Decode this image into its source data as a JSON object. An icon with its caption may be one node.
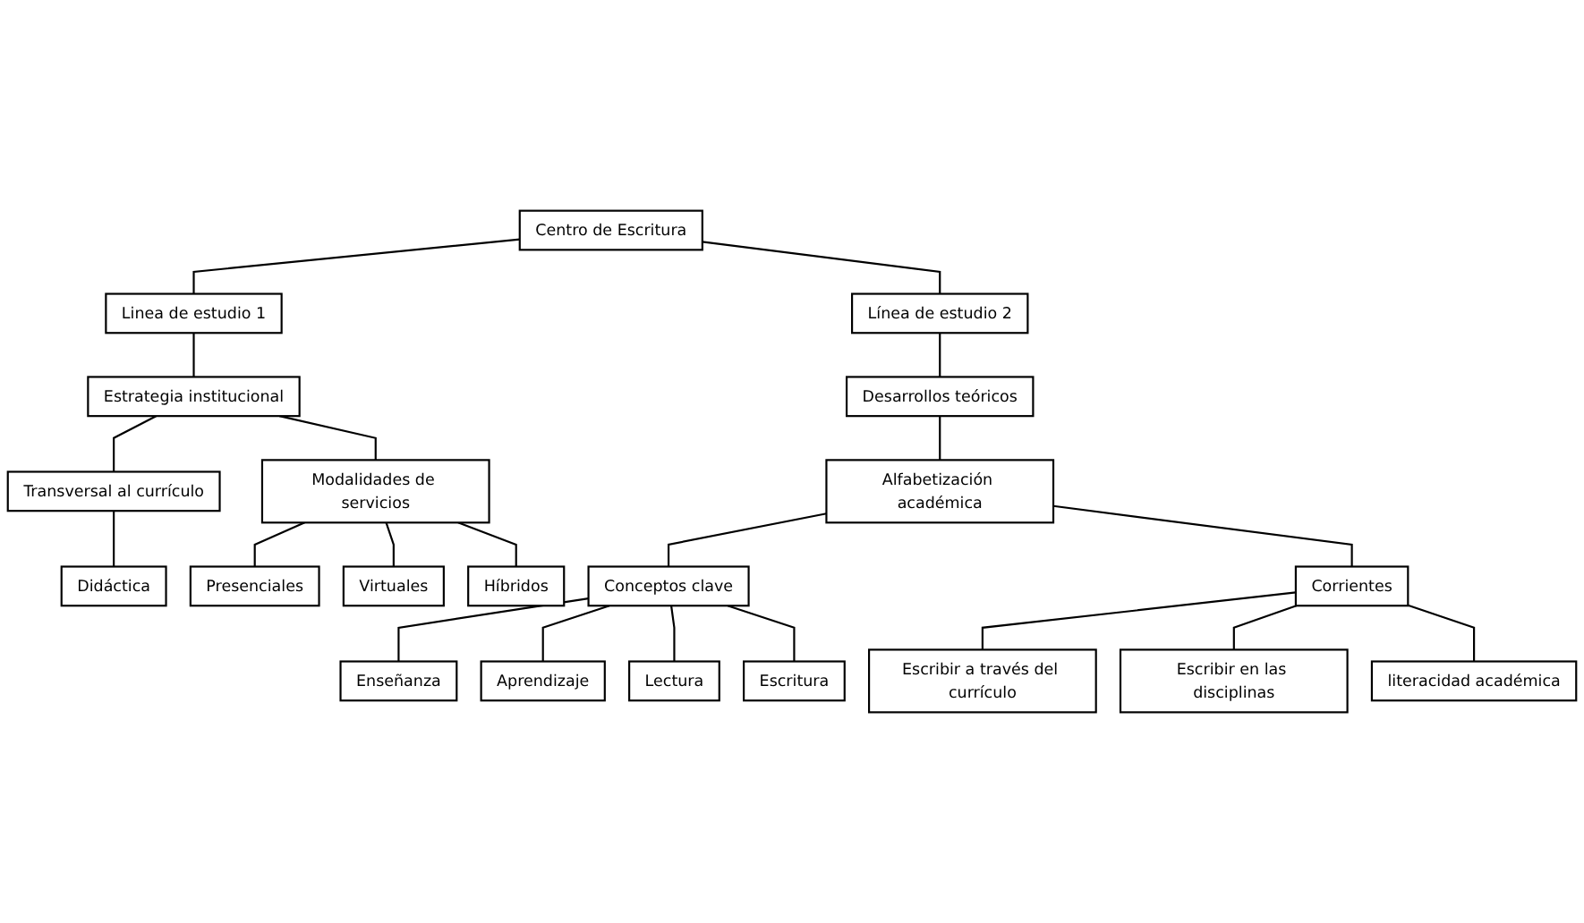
{
  "diagram": {
    "nodes": [
      {
        "text": [
          "Centro de Escritura"
        ]
      },
      {
        "text": [
          "Linea de estudio 1"
        ]
      },
      {
        "text": [
          "Línea de estudio 2"
        ]
      },
      {
        "text": [
          "Estrategia institucional"
        ]
      },
      {
        "text": [
          "Desarrollos teóricos"
        ]
      },
      {
        "text": [
          "Transversal al currículo"
        ]
      },
      {
        "text": [
          "Modalidades de servicios"
        ]
      },
      {
        "text": [
          "Alfabetización académica"
        ]
      },
      {
        "text": [
          "Didáctica"
        ]
      },
      {
        "text": [
          "Presenciales"
        ]
      },
      {
        "text": [
          "Virtuales"
        ]
      },
      {
        "text": [
          "Híbridos"
        ]
      },
      {
        "text": [
          "Conceptos clave"
        ]
      },
      {
        "text": [
          "Corrientes"
        ]
      },
      {
        "text": [
          "Enseñanza"
        ]
      },
      {
        "text": [
          "Aprendizaje"
        ]
      },
      {
        "text": [
          "Lectura"
        ]
      },
      {
        "text": [
          "Escritura"
        ]
      },
      {
        "text": [
          "Escribir a través del currículo"
        ]
      },
      {
        "text": [
          "Escribir en las disciplinas"
        ]
      },
      {
        "text": [
          "literacidad académica"
        ]
      }
    ],
    "edges": [
      {
        "from": 0,
        "to": 1,
        "arrow": "none"
      },
      {
        "from": 0,
        "to": 2,
        "arrow": "none"
      },
      {
        "from": 1,
        "to": 3,
        "arrow": "none"
      },
      {
        "from": 2,
        "to": 4,
        "arrow": "none"
      },
      {
        "from": 3,
        "to": 5,
        "arrow": "none"
      },
      {
        "from": 3,
        "to": 6,
        "arrow": "none"
      },
      {
        "from": 4,
        "to": 7,
        "arrow": "none"
      },
      {
        "from": 5,
        "to": 8,
        "arrow": "none"
      },
      {
        "from": 6,
        "to": 9,
        "arrow": "none"
      },
      {
        "from": 6,
        "to": 10,
        "arrow": "none"
      },
      {
        "from": 6,
        "to": 11,
        "arrow": "none"
      },
      {
        "from": 7,
        "to": 12,
        "arrow": "none"
      },
      {
        "from": 7,
        "to": 13,
        "arrow": "none"
      },
      {
        "from": 12,
        "to": 14,
        "arrow": "none"
      },
      {
        "from": 12,
        "to": 15,
        "arrow": "none"
      },
      {
        "from": 12,
        "to": 16,
        "arrow": "none"
      },
      {
        "from": 12,
        "to": 17,
        "arrow": "none"
      },
      {
        "from": 13,
        "to": 18,
        "arrow": "none"
      },
      {
        "from": 13,
        "to": 19,
        "arrow": "none"
      },
      {
        "from": 13,
        "to": 20,
        "arrow": "none"
      }
    ]
  }
}
